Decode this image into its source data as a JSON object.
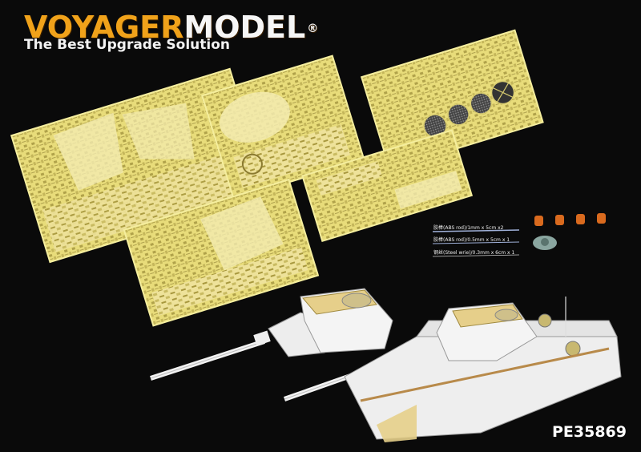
{
  "brand": {
    "part1": "VOYAGER",
    "part2": "MODEL",
    "registered": "®",
    "tagline": "The Best Upgrade Solution",
    "accent_color": "#f0a21a"
  },
  "product_code": "PE35869",
  "rod_labels": [
    "胶棒(ABS rod)/1mm x 5cm x2",
    "胶棒(ABS rod)/0.5mm x 5cm x 1",
    "钢丝(Steel wrie)/0.3mm x 6cm x 1"
  ],
  "colors": {
    "brass": "#e8dc7a",
    "brass_dark": "#9a8a3a",
    "background": "#0a0a0a",
    "resin_orange": "#d96a1e"
  }
}
